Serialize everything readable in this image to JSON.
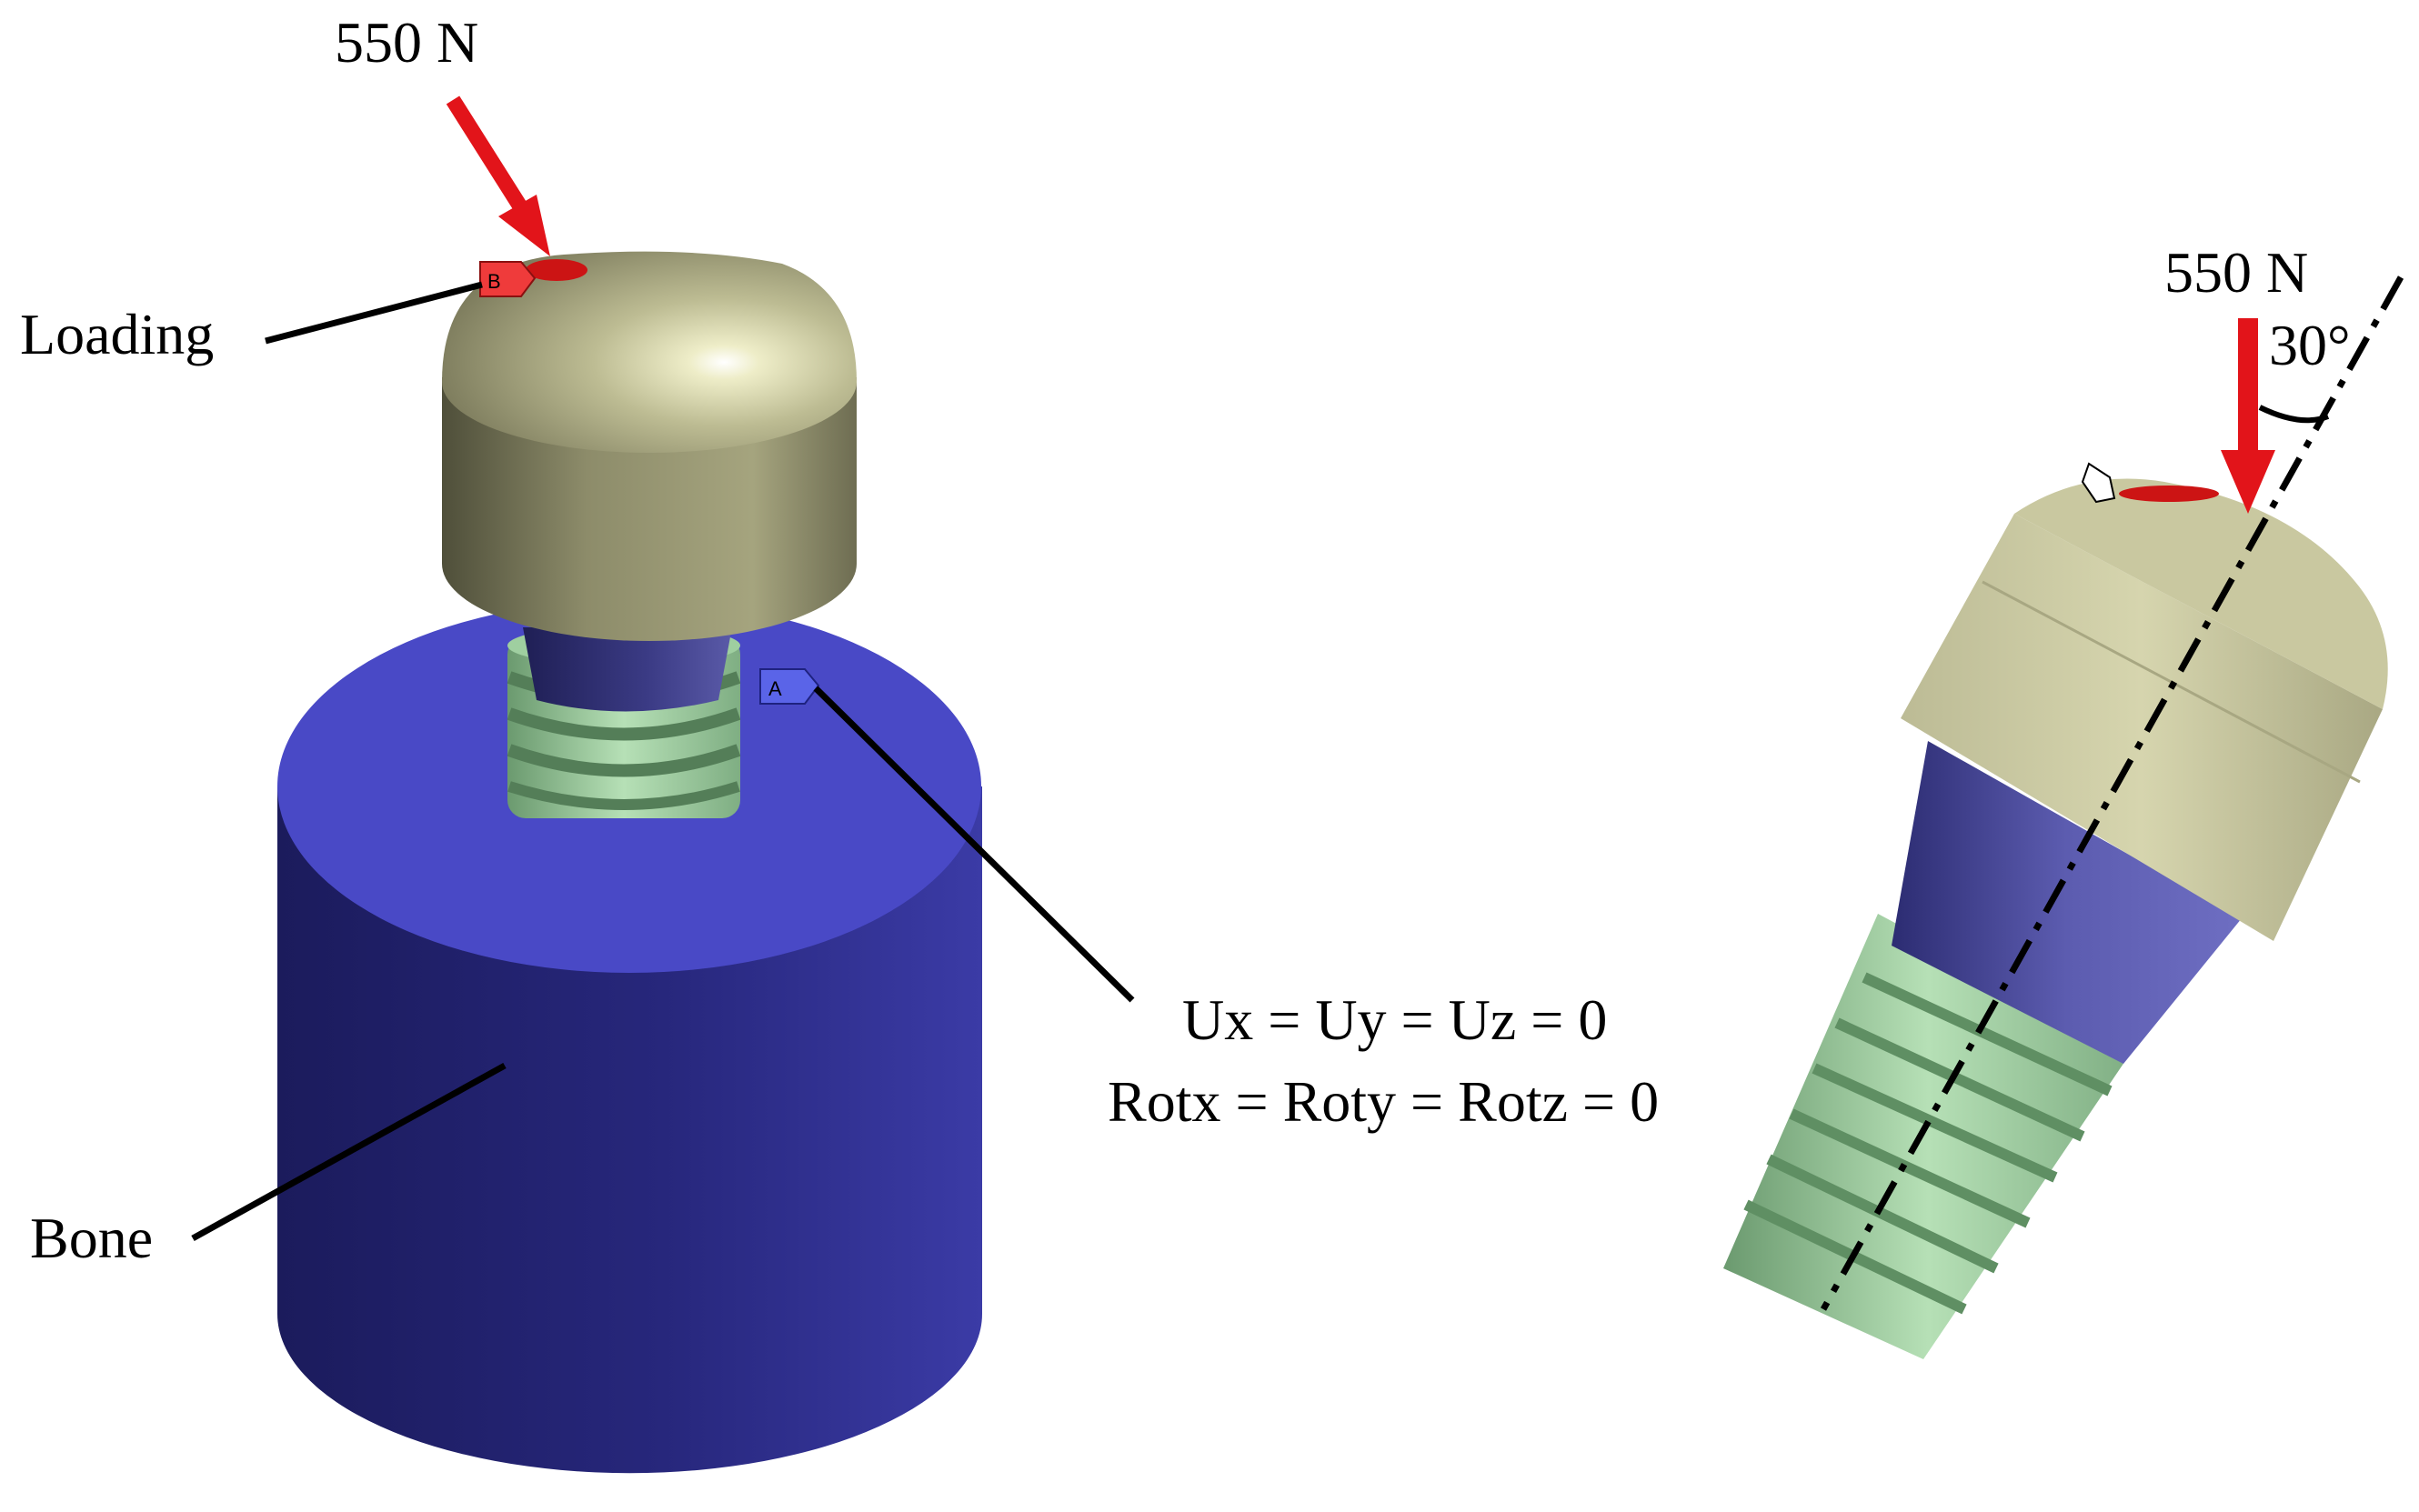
{
  "labels": {
    "force_left": "550 N",
    "force_right": "550 N",
    "angle": "30°",
    "loading": "Loading",
    "bone": "Bone",
    "boundary_line1": "Ux = Uy = Uz = 0",
    "boundary_line2": "Rotx = Roty = Rotz = 0",
    "tag_loading": "B",
    "tag_support": "A"
  },
  "colors": {
    "bone_top": "#4a4ac9",
    "bone_side_dark": "#1a1a5a",
    "bone_side_light": "#3a3aa6",
    "crown_light": "#d4d3a6",
    "crown_dark": "#55553f",
    "thread": "#a7d6a7",
    "thread_dark": "#5f8f63",
    "abutment_neck": "#3a3a88",
    "arrow": "#e2141a",
    "tag_red": "#ef3b3b",
    "tag_blue": "#5a64e8"
  }
}
